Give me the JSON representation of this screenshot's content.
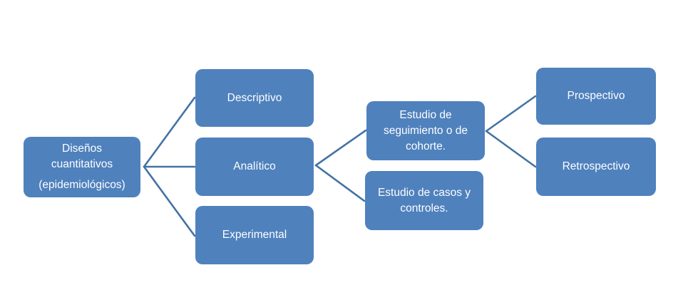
{
  "diagram": {
    "type": "hierarchy-tree",
    "root_node": {
      "label": "Diseños cuantitativos",
      "sublabel": "(epidemiológicos)"
    },
    "nodes": {
      "descriptivo": {
        "label": "Descriptivo"
      },
      "analitico": {
        "label": "Analítico"
      },
      "experimental": {
        "label": "Experimental"
      },
      "cohorte": {
        "label": "Estudio de seguimiento o de cohorte."
      },
      "casos": {
        "label": "Estudio de casos y controles."
      },
      "prospectivo": {
        "label": "Prospectivo"
      },
      "retrospectivo": {
        "label": "Retrospectivo"
      }
    },
    "edges": [
      {
        "from": "root",
        "to": "descriptivo"
      },
      {
        "from": "root",
        "to": "analitico"
      },
      {
        "from": "root",
        "to": "experimental"
      },
      {
        "from": "analitico",
        "to": "cohorte"
      },
      {
        "from": "analitico",
        "to": "casos"
      },
      {
        "from": "cohorte",
        "to": "prospectivo"
      },
      {
        "from": "cohorte",
        "to": "retrospectivo"
      }
    ],
    "colors": {
      "node_fill": "#4F81BD",
      "connector": "#4472A4",
      "text": "#FDFEFF",
      "background": "#FFFFFF"
    }
  }
}
